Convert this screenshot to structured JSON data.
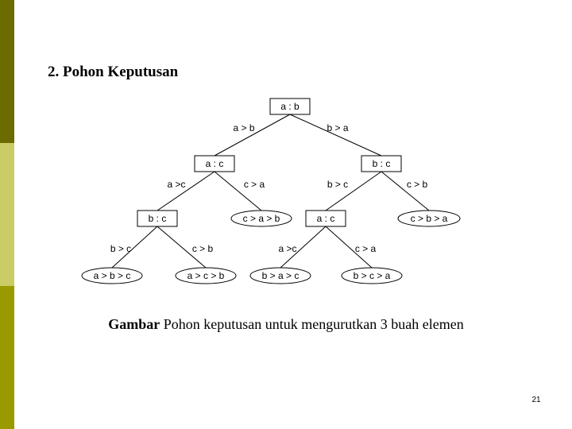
{
  "slide": {
    "heading": "2.  Pohon Keputusan",
    "caption_bold": "Gambar",
    "caption_text": "Pohon keputusan untuk mengurutkan 3 buah elemen",
    "page_number": "21",
    "sidebar_colors": [
      "#6b6b00",
      "#cccc66",
      "#999900"
    ]
  },
  "tree": {
    "nodes": [
      {
        "id": "root",
        "label": "a : b",
        "shape": "rect"
      },
      {
        "id": "n_l",
        "label": "a : c",
        "shape": "rect"
      },
      {
        "id": "n_r",
        "label": "b : c",
        "shape": "rect"
      },
      {
        "id": "n_ll",
        "label": "b : c",
        "shape": "rect"
      },
      {
        "id": "leaf_cab",
        "label": "c > a > b",
        "shape": "ellipse"
      },
      {
        "id": "n_rl",
        "label": "a : c",
        "shape": "rect"
      },
      {
        "id": "leaf_cba",
        "label": "c > b > a",
        "shape": "ellipse"
      },
      {
        "id": "leaf_abc",
        "label": "a > b > c",
        "shape": "ellipse"
      },
      {
        "id": "leaf_acb",
        "label": "a > c > b",
        "shape": "ellipse"
      },
      {
        "id": "leaf_bac",
        "label": "b > a > c",
        "shape": "ellipse"
      },
      {
        "id": "leaf_bca",
        "label": "b > c > a",
        "shape": "ellipse"
      }
    ],
    "edges": [
      {
        "from": "root",
        "to": "n_l",
        "label": "a > b"
      },
      {
        "from": "root",
        "to": "n_r",
        "label": "b > a"
      },
      {
        "from": "n_l",
        "to": "n_ll",
        "label": "a >c"
      },
      {
        "from": "n_l",
        "to": "leaf_cab",
        "label": "c > a"
      },
      {
        "from": "n_r",
        "to": "n_rl",
        "label": "b > c"
      },
      {
        "from": "n_r",
        "to": "leaf_cba",
        "label": "c > b"
      },
      {
        "from": "n_ll",
        "to": "leaf_abc",
        "label": "b > c"
      },
      {
        "from": "n_ll",
        "to": "leaf_acb",
        "label": "c > b"
      },
      {
        "from": "n_rl",
        "to": "leaf_bac",
        "label": "a >c"
      },
      {
        "from": "n_rl",
        "to": "leaf_bca",
        "label": "c > a"
      }
    ]
  }
}
